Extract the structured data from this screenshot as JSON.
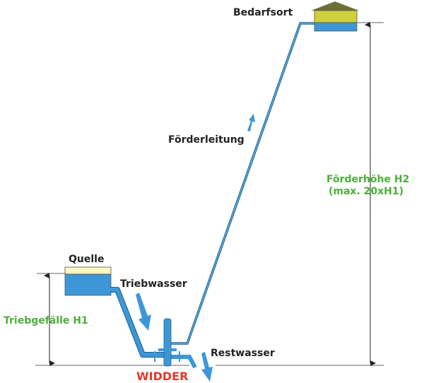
{
  "labels": {
    "destination": "Bedarfsort",
    "delivery_pipe": "Förderleitung",
    "delivery_head": "Förderhöhe H2",
    "delivery_head_note": "(max. 20xH1)",
    "source": "Quelle",
    "drive_water": "Triebwasser",
    "drive_head": "Triebgefälle H1",
    "waste_water": "Restwasser",
    "ram_pump": "WIDDER"
  },
  "colors": {
    "water": "#3d97d6",
    "tank_top": "#cfd03a",
    "source_top": "#fbf6c2",
    "roof": "#6f6f3a",
    "head_label": "#4caf3a",
    "pump_label": "#e03a2a"
  }
}
